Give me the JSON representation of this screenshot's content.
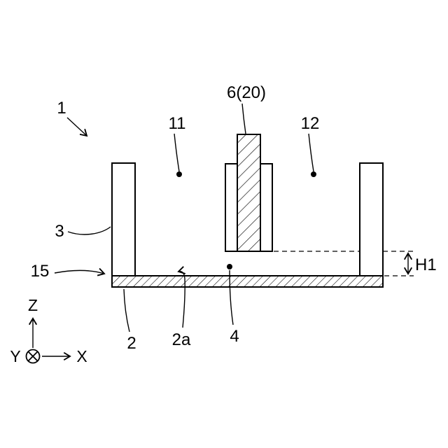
{
  "figure": {
    "background_color": "#ffffff",
    "line_color": "#000000",
    "labels": {
      "r1": "1",
      "r11": "11",
      "r6": "6(20)",
      "r12": "12",
      "r3": "3",
      "r15": "15",
      "r2": "2",
      "r2a": "2a",
      "r4": "4"
    },
    "dimension": {
      "h1": "H1"
    },
    "axes": {
      "z": "Z",
      "y": "Y",
      "x": "X"
    }
  }
}
